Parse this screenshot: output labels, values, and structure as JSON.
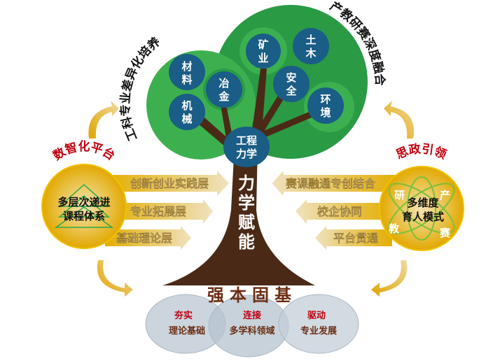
{
  "canopy": {
    "left_arc": "工科专业差异化培养",
    "right_arc": "产教研赛深度融合",
    "disciplines": [
      {
        "line1": "材",
        "line2": "料"
      },
      {
        "line1": "冶",
        "line2": "金"
      },
      {
        "line1": "机",
        "line2": "械"
      },
      {
        "line1": "矿",
        "line2": "业"
      },
      {
        "line1": "土",
        "line2": "木"
      },
      {
        "line1": "安",
        "line2": "全"
      },
      {
        "line1": "环",
        "line2": "境"
      }
    ],
    "core": {
      "line1": "工程",
      "line2": "力学"
    }
  },
  "trunk": {
    "chars": [
      "力",
      "学",
      "赋",
      "能"
    ]
  },
  "left": {
    "title": "数智化平台",
    "circle": {
      "line1": "多层次递进",
      "line2": "课程体系"
    },
    "arrows": [
      "创新创业实践层",
      "专业拓展层",
      "基础理论层"
    ]
  },
  "right": {
    "title": "思政引领",
    "circle": {
      "line1": "多维度",
      "line2": "育人模式"
    },
    "corners": [
      "研",
      "产",
      "教",
      "赛"
    ],
    "arrows": [
      "赛课融通专创结合",
      "校企协同",
      "平台贯通"
    ]
  },
  "base": {
    "title": "强本固基",
    "items": [
      {
        "verb": "夯实",
        "object": "理论基础"
      },
      {
        "verb": "连接",
        "object": "多学科领域"
      },
      {
        "verb": "驱动",
        "object": "专业发展"
      }
    ]
  },
  "colors": {
    "canopy_dark": "#2a9a45",
    "canopy_light": "#3cb04f",
    "node_blue": "#1a5d86",
    "trunk": "#4a2a17",
    "gold": "#e8b300",
    "title_red": "#c0000e",
    "base_brown": "#6b2e12"
  }
}
